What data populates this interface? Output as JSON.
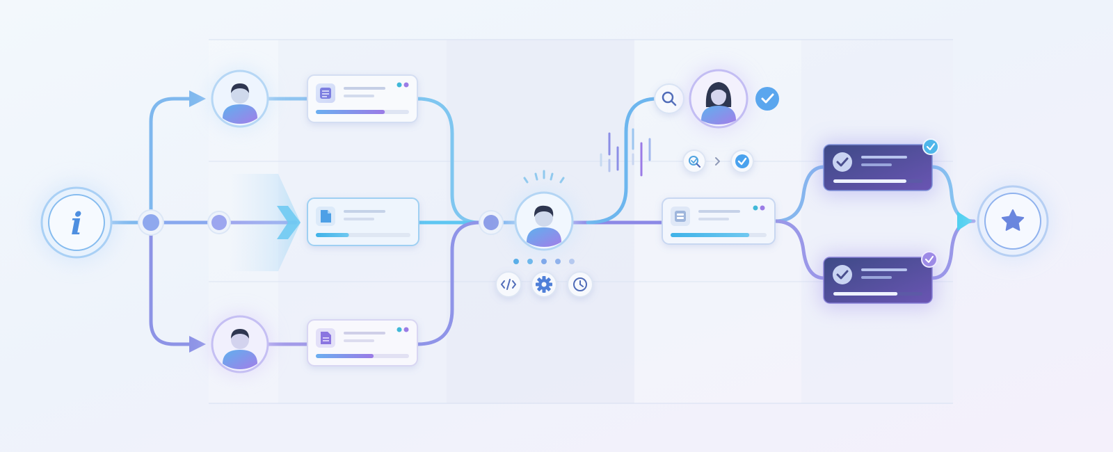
{
  "diagram": {
    "start_node": {
      "icon": "info-icon",
      "glyph": "i"
    },
    "end_node": {
      "icon": "star-icon"
    },
    "branches": [
      {
        "id": "top",
        "avatar": "user-avatar-male",
        "card_icon": "document-lines-icon",
        "progress": 0.74,
        "status_dots": [
          "#3fb8d8",
          "#9a7be6"
        ]
      },
      {
        "id": "middle",
        "avatar": null,
        "card_icon": "document-icon",
        "progress": 0.35,
        "status_dots": []
      },
      {
        "id": "bottom",
        "avatar": "user-avatar-male",
        "card_icon": "document-text-icon",
        "progress": 0.62,
        "status_dots": [
          "#3fb8d8",
          "#9a7be6"
        ]
      }
    ],
    "hub": {
      "avatar": "user-avatar-male",
      "tool_icons": [
        "code-icon",
        "gear-icon",
        "clock-icon"
      ],
      "activity_dots": 5
    },
    "review": {
      "avatar": "user-avatar-female",
      "icons": [
        "search-icon",
        "check-badge-icon"
      ],
      "mini_flow": [
        "search-check-icon",
        "chevron-right-icon",
        "check-icon"
      ]
    },
    "merge_card": {
      "icon": "stack-icon",
      "progress": 0.82,
      "status_dots": [
        "#3fb8d8",
        "#9a7be6"
      ]
    },
    "result_cards": [
      {
        "icon": "check-circle-icon",
        "badge": "check-badge-icon",
        "progress": 0.82
      },
      {
        "icon": "check-circle-icon",
        "badge": "check-badge-icon",
        "progress": 0.72
      }
    ]
  },
  "colors": {
    "accent_blue": "#5fb4ee",
    "accent_cyan": "#4fd0f0",
    "accent_purple": "#8d7ce6",
    "deep_purple": "#4e4690",
    "card_bg": "#f7f9fd"
  }
}
